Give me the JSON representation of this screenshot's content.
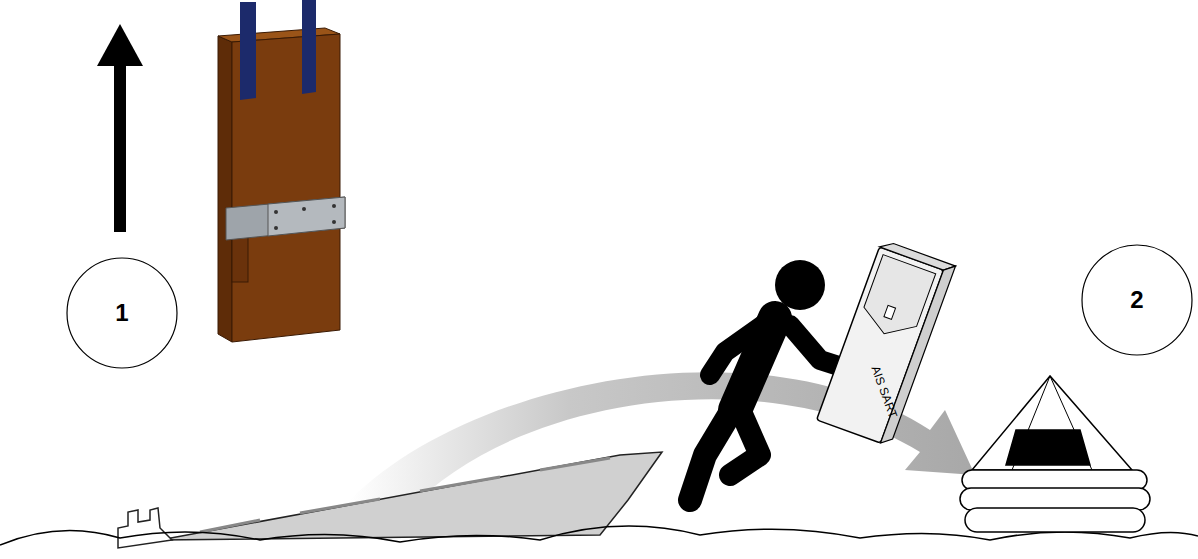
{
  "diagram": {
    "nodes": [
      {
        "text": [
          "1"
        ]
      },
      {
        "text": [
          "2"
        ]
      }
    ],
    "labels": [
      "AIS SART"
    ]
  }
}
